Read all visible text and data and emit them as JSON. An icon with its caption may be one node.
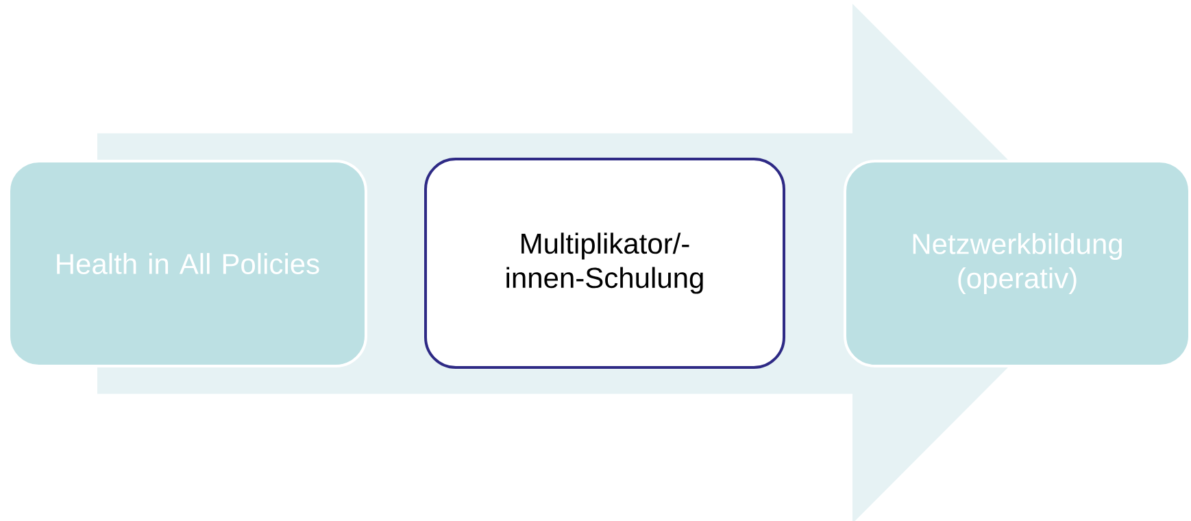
{
  "diagram": {
    "nodes": [
      {
        "text": [
          "Health in All Policies"
        ]
      },
      {
        "text": [
          "Multiplikator/-innen-Schulung"
        ]
      },
      {
        "text": [
          "Netzwerkbildung (operativ)"
        ]
      }
    ],
    "edges": [
      {
        "from": 0,
        "to": 2,
        "arrow": "to"
      }
    ]
  }
}
